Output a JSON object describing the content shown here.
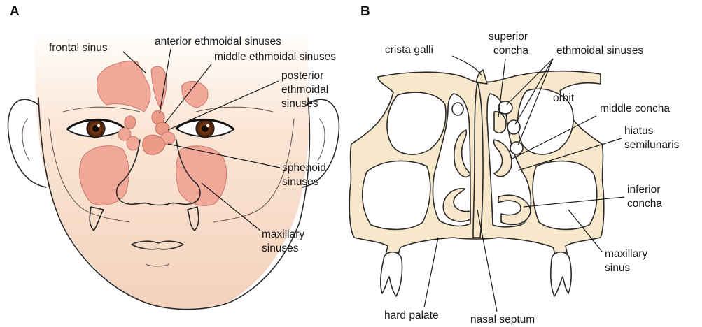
{
  "panels": {
    "a": "A",
    "b": "B"
  },
  "labels_a": {
    "frontal": "frontal sinus",
    "anterior_ethmoidal": "anterior ethmoidal sinuses",
    "middle_ethmoidal": "middle ethmoidal sinuses",
    "posterior_line1": "posterior",
    "posterior_line2": "ethmoidal",
    "posterior_line3": "sinuses",
    "sphenoid_line1": "sphenoid",
    "sphenoid_line2": "sinuses",
    "maxillary_line1": "maxillary",
    "maxillary_line2": "sinuses"
  },
  "labels_b": {
    "crista_galli": "crista galli",
    "superior_line1": "superior",
    "superior_line2": "concha",
    "ethmoidal": "ethmoidal sinuses",
    "orbit": "orbit",
    "middle_concha": "middle concha",
    "hiatus_line1": "hiatus",
    "hiatus_line2": "semilunaris",
    "inferior_line1": "inferior",
    "inferior_line2": "concha",
    "maxillary_line1": "maxillary",
    "maxillary_line2": "sinus",
    "hard_palate": "hard palate",
    "nasal_septum": "nasal septum"
  },
  "colors": {
    "skin_shade": "#f6dcc6",
    "sinus": "#f2a898",
    "bone": "#f7e8cc",
    "outline": "#2a2a2a"
  }
}
